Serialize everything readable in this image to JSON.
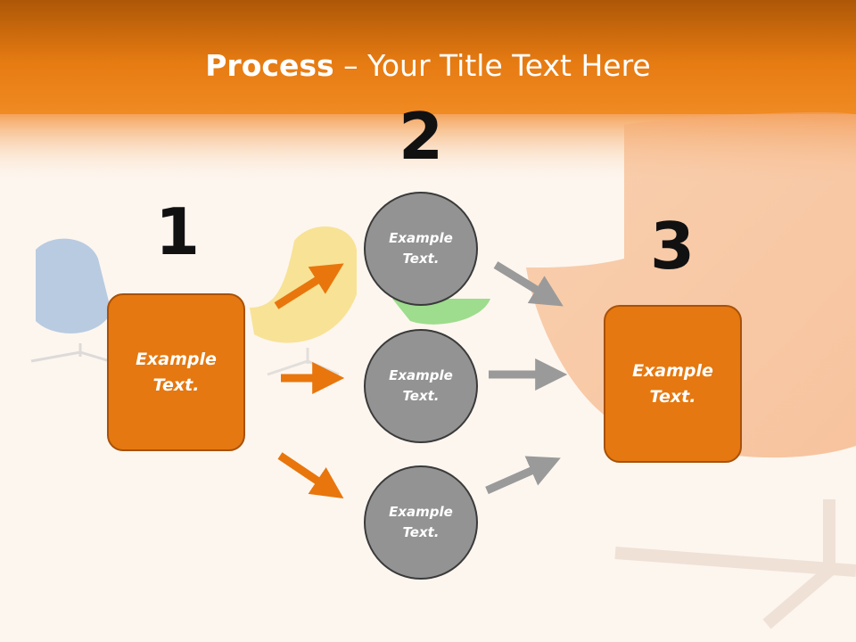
{
  "slide": {
    "title_bold": "Process",
    "title_rest": " – Your Title Text Here"
  },
  "steps": [
    {
      "number": "1",
      "text": "Example Text."
    },
    {
      "number": "2",
      "text": ""
    },
    {
      "number": "3",
      "text": "Example Text."
    }
  ],
  "circles": [
    {
      "text": "Example Text."
    },
    {
      "text": "Example Text."
    },
    {
      "text": "Example Text."
    }
  ],
  "colors": {
    "accent_orange": "#e57810",
    "arrow_orange": "#e8760c",
    "arrow_gray": "#9a9a9a",
    "circle_gray": "#939393"
  }
}
